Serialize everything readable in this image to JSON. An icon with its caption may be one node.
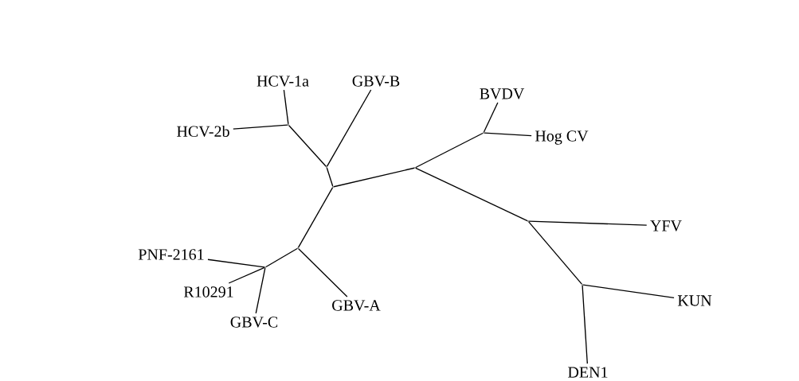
{
  "diagram": {
    "nodes": [
      {
        "text": [
          "HCV-1a"
        ]
      },
      {
        "text": [
          "GBV-B"
        ]
      },
      {
        "text": [
          "BVDV"
        ]
      },
      {
        "text": [
          "HCV-2b"
        ]
      },
      {
        "text": [
          "Hog CV"
        ]
      },
      {
        "text": [
          "YFV"
        ]
      },
      {
        "text": [
          "PNF-2161"
        ]
      },
      {
        "text": [
          "R10291"
        ]
      },
      {
        "text": [
          "GBV-A"
        ]
      },
      {
        "text": [
          "KUN"
        ]
      },
      {
        "text": [
          "GBV-C"
        ]
      },
      {
        "text": [
          "DEN1"
        ]
      },
      {
        "text": [],
        "shape": "point"
      },
      {
        "text": [],
        "shape": "point"
      },
      {
        "text": [],
        "shape": "point"
      },
      {
        "text": [],
        "shape": "point"
      },
      {
        "text": [],
        "shape": "point"
      },
      {
        "text": [],
        "shape": "point"
      },
      {
        "text": [],
        "shape": "point"
      },
      {
        "text": [],
        "shape": "point"
      },
      {
        "text": [],
        "shape": "point"
      }
    ],
    "edges": [
      {
        "from": 16,
        "to": 15,
        "arrow": "none"
      },
      {
        "from": 15,
        "to": 13,
        "arrow": "none"
      },
      {
        "from": 13,
        "to": 0,
        "arrow": "none"
      },
      {
        "from": 13,
        "to": 3,
        "arrow": "none"
      },
      {
        "from": 15,
        "to": 1,
        "arrow": "none"
      },
      {
        "from": 16,
        "to": 17,
        "arrow": "none"
      },
      {
        "from": 17,
        "to": 18,
        "arrow": "none"
      },
      {
        "from": 18,
        "to": 2,
        "arrow": "none"
      },
      {
        "from": 18,
        "to": 4,
        "arrow": "none"
      },
      {
        "from": 17,
        "to": 19,
        "arrow": "none"
      },
      {
        "from": 19,
        "to": 5,
        "arrow": "none"
      },
      {
        "from": 19,
        "to": 20,
        "arrow": "none"
      },
      {
        "from": 20,
        "to": 9,
        "arrow": "none"
      },
      {
        "from": 20,
        "to": 11,
        "arrow": "none"
      },
      {
        "from": 16,
        "to": 14,
        "arrow": "none"
      },
      {
        "from": 14,
        "to": 8,
        "arrow": "none"
      },
      {
        "from": 14,
        "to": 12,
        "arrow": "none"
      },
      {
        "from": 12,
        "to": 6,
        "arrow": "none"
      },
      {
        "from": 12,
        "to": 7,
        "arrow": "none"
      },
      {
        "from": 12,
        "to": 10,
        "arrow": "none"
      }
    ]
  }
}
